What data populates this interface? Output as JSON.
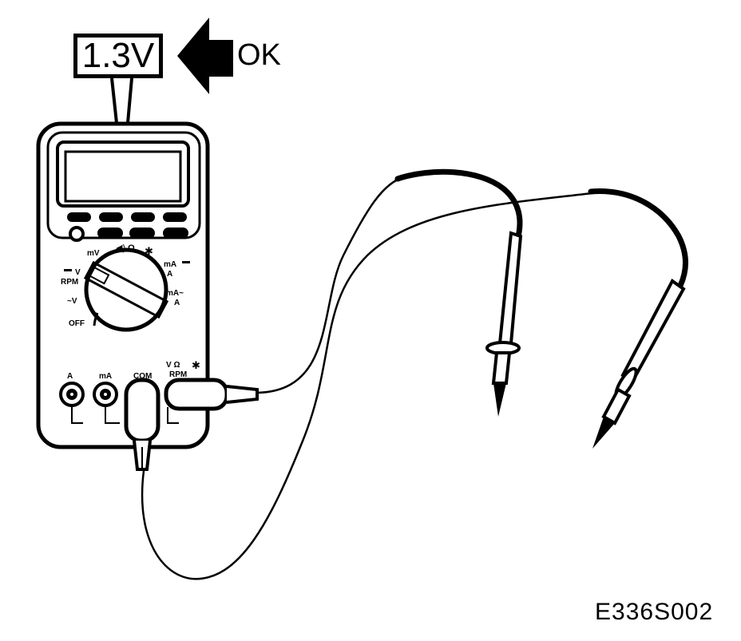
{
  "display": {
    "reading": "1.3V",
    "verdict": "OK"
  },
  "dial": {
    "mv": "mV",
    "continuity_ohm": "Ω",
    "ma_dc": "mA",
    "a_dc": "A",
    "v_dc": "V",
    "rpm": "RPM",
    "ac_v": "~V",
    "ma_ac": "mA~",
    "a_ac": "A",
    "off": "OFF"
  },
  "jacks": {
    "a": "A",
    "ma": "mA",
    "com": "COM",
    "v_ohm_diode": "V  Ω",
    "rpm": "RPM"
  },
  "figure_code": "E336S002"
}
